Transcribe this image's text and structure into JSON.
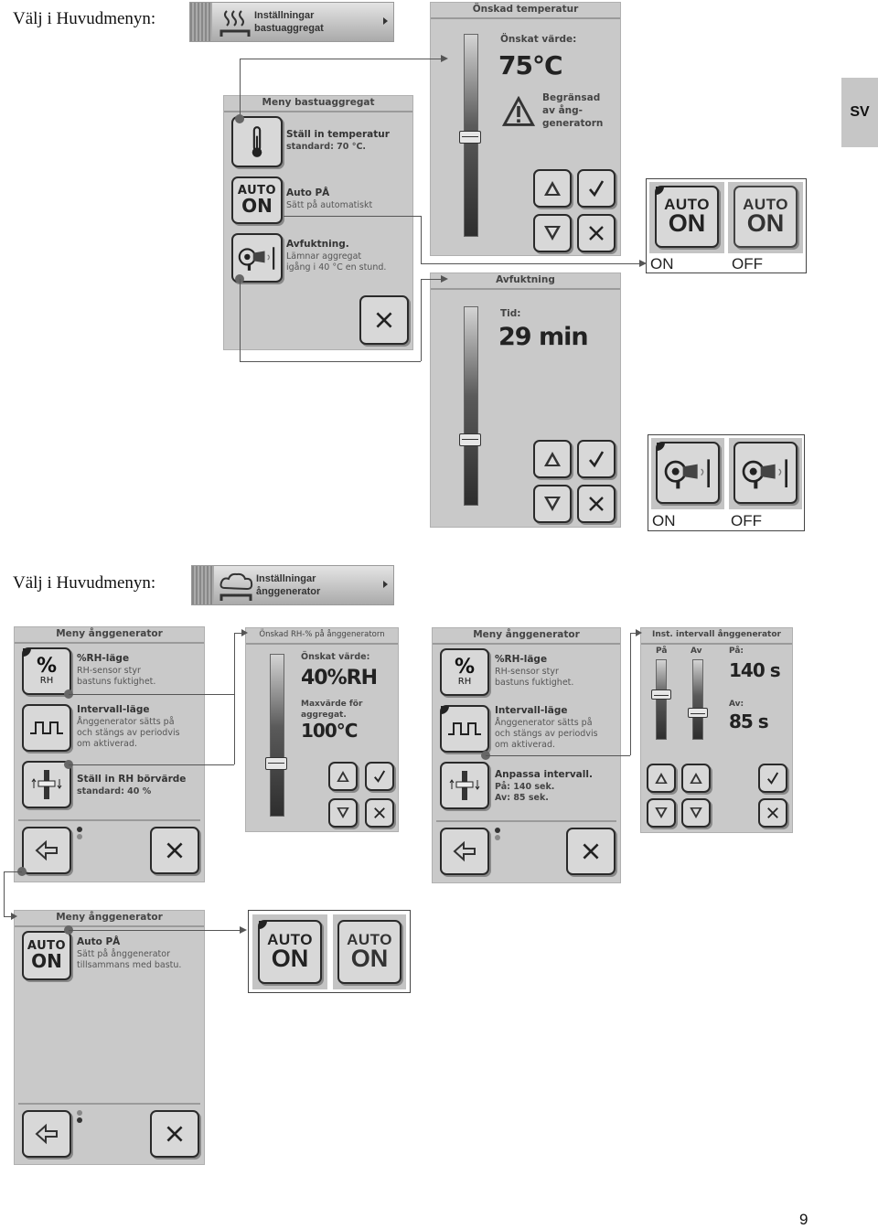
{
  "headings": {
    "first": "Välj i Huvudmenyn:",
    "second": "Välj i Huvudmenyn:"
  },
  "lang_tab": "SV",
  "page_number": "9",
  "menu_bar_1": {
    "line1": "Inställningar",
    "line2": "bastuaggregat"
  },
  "menu_bar_2": {
    "line1": "Inställningar",
    "line2": "ånggenerator"
  },
  "screen_bastu": {
    "title": "Meny bastuaggregat",
    "items": [
      {
        "title": "Ställ in temperatur",
        "desc": "standard: 70 °C."
      },
      {
        "title": "Auto PÅ",
        "desc": "Sätt på automatiskt"
      },
      {
        "title": "Avfuktning.",
        "desc1": "Lämnar aggregat",
        "desc2": "igång i 40 °C en stund."
      }
    ],
    "auto_top": "AUTO",
    "auto_bottom": "ON"
  },
  "screen_temp": {
    "title": "Önskad temperatur",
    "label": "Önskat värde:",
    "value": "75°C",
    "warning1": "Begränsad",
    "warning2": "av ång-",
    "warning3": "generatorn"
  },
  "screen_dehum": {
    "title": "Avfuktning",
    "label": "Tid:",
    "value": "29 min"
  },
  "toggle_auto": {
    "auto": "AUTO",
    "on": "ON",
    "label_on": "ON",
    "label_off": "OFF"
  },
  "toggle_dehum": {
    "label_on": "ON",
    "label_off": "OFF"
  },
  "screen_steam": {
    "title": "Meny ånggenerator",
    "rh_title": "%RH-läge",
    "rh_desc1": "RH-sensor styr",
    "rh_desc2": "bastuns fuktighet.",
    "int_title": "Intervall-läge",
    "int_desc1": "Ånggenerator sätts på",
    "int_desc2": "och stängs av periodvis",
    "int_desc3": "om aktiverad.",
    "set_title": "Ställ in RH börvärde",
    "set_desc": "standard: 40 %",
    "pct": "%",
    "rh": "RH"
  },
  "screen_rh": {
    "title": "Önskad RH-% på ånggeneratorn",
    "label": "Önskat värde:",
    "value": "40%RH",
    "max1": "Maxvärde för",
    "max2": "aggregat.",
    "max_value": "100°C"
  },
  "screen_steam2": {
    "title": "Meny ånggenerator",
    "rh_title": "%RH-läge",
    "rh_desc1": "RH-sensor styr",
    "rh_desc2": "bastuns fuktighet.",
    "int_title": "Intervall-läge",
    "int_desc1": "Ånggenerator sätts på",
    "int_desc2": "och stängs av periodvis",
    "int_desc3": "om aktiverad.",
    "adj_title": "Anpassa intervall.",
    "adj_desc1": "På: 140 sek.",
    "adj_desc2": "Av: 85 sek.",
    "pct": "%",
    "rh": "RH"
  },
  "screen_interval": {
    "title": "Inst. intervall ånggenerator",
    "col_on": "På",
    "col_off": "Av",
    "on_label": "På:",
    "on_value": "140 s",
    "off_label": "Av:",
    "off_value": "85 s"
  },
  "screen_steam3": {
    "title": "Meny ånggenerator",
    "item_title": "Auto PÅ",
    "desc1": "Sätt på ånggenerator",
    "desc2": "tillsammans med bastu."
  },
  "toggle_steam_auto": {
    "auto": "AUTO",
    "on": "ON"
  }
}
